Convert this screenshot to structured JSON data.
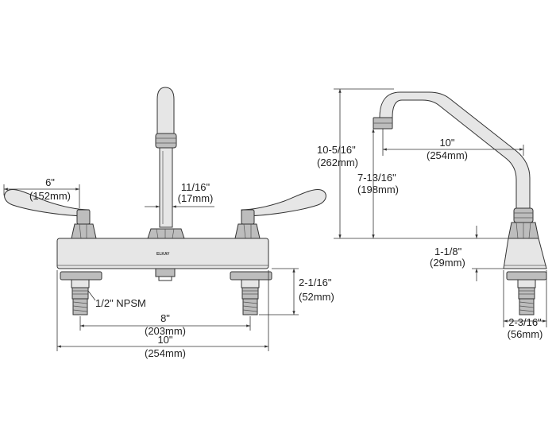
{
  "brand": "ELKAY",
  "front_view": {
    "handle_length": {
      "inch": "6\"",
      "mm": "(152mm)"
    },
    "spout_diameter": {
      "inch": "11/16\"",
      "mm": "(17mm)"
    },
    "supply_connection": "1/2\" NPSM",
    "centers": {
      "inch": "8\"",
      "mm": "(203mm)"
    },
    "overall_width": {
      "inch": "10\"",
      "mm": "(254mm)"
    },
    "shank_length": {
      "inch": "2-1/16\"",
      "mm": "(52mm)"
    }
  },
  "side_view": {
    "overall_height": {
      "inch": "10-5/16\"",
      "mm": "(262mm)"
    },
    "spout_reach": {
      "inch": "10\"",
      "mm": "(254mm)"
    },
    "spout_clearance": {
      "inch": "7-13/16\"",
      "mm": "(198mm)"
    },
    "base_height": {
      "inch": "1-1/8\"",
      "mm": "(29mm)"
    },
    "base_depth": {
      "inch": "2-3/16\"",
      "mm": "(56mm)"
    }
  }
}
